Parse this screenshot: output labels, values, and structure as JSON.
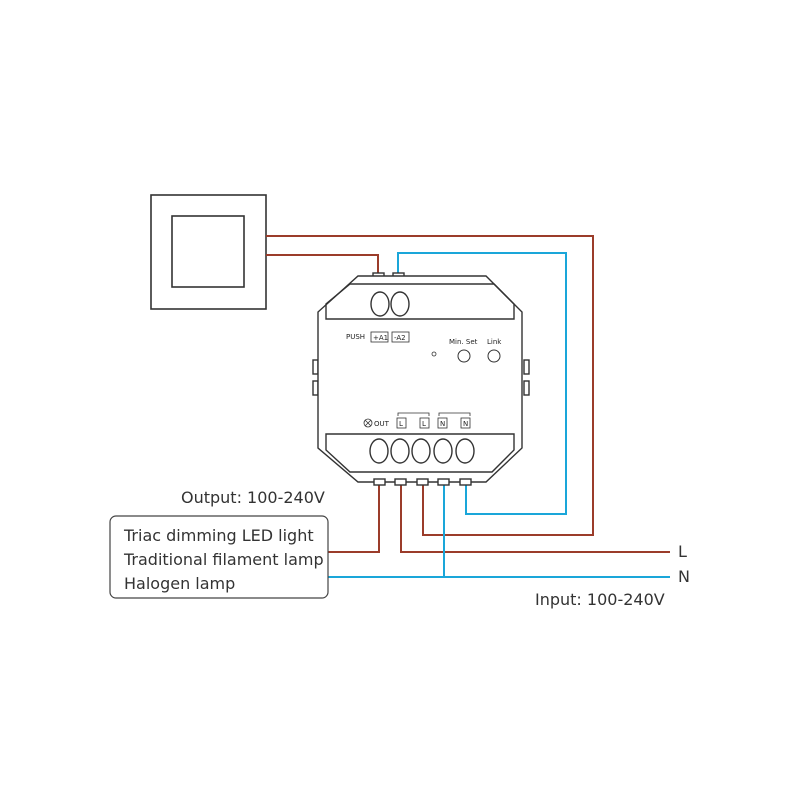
{
  "colors": {
    "brown": "#9b3c2a",
    "blue": "#1aa6d9",
    "outline": "#333333"
  },
  "output_label": "Output: 100-240V",
  "input_label": "Input: 100-240V",
  "line_labels": {
    "live": "L",
    "neutral": "N"
  },
  "load_box": {
    "lines": [
      "Triac dimming LED light",
      "Traditional filament lamp",
      "Halogen lamp"
    ]
  },
  "device": {
    "push_label": "PUSH",
    "push_terminals": [
      "+A1",
      "-A2"
    ],
    "buttons": [
      "Min. Set",
      "Link"
    ],
    "out_label": "OUT",
    "terminal_labels": [
      "L",
      "L",
      "N",
      "N"
    ]
  }
}
